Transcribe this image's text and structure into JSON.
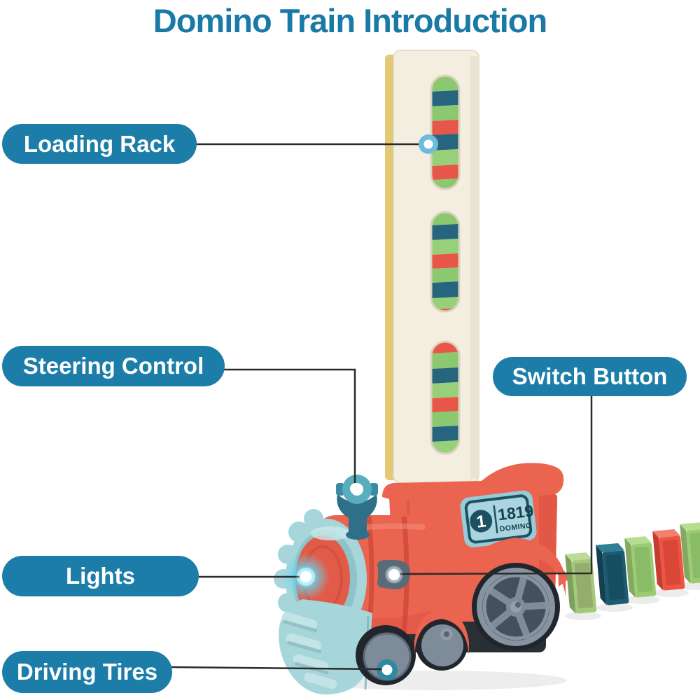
{
  "title": "Domino Train Introduction",
  "callouts": {
    "loading_rack": "Loading Rack",
    "steering_control": "Steering Control",
    "switch_button": "Switch Button",
    "lights": "Lights",
    "driving_tires": "Driving Tires"
  },
  "badge": {
    "circle_number": "1",
    "model_number": "1819",
    "brand": "DOMINO"
  },
  "colors": {
    "accent_teal": "#1c7ea8",
    "title_teal": "#1a7aa6",
    "train_red": "#ea6450",
    "train_red_dark": "#d0493a",
    "train_teal_light": "#a7d6da",
    "knob_teal_dark": "#2f7089",
    "wheel_slate": "#7e8b98",
    "rack_cream": "#f3eee0",
    "rack_side_yellow": "#e3c974",
    "domino_green": "#9ccb74",
    "domino_teal": "#1d5b71",
    "domino_red": "#ee5444",
    "callout_line": "#2b2b2b",
    "light_glow_cyan": "#5fd9f2"
  }
}
